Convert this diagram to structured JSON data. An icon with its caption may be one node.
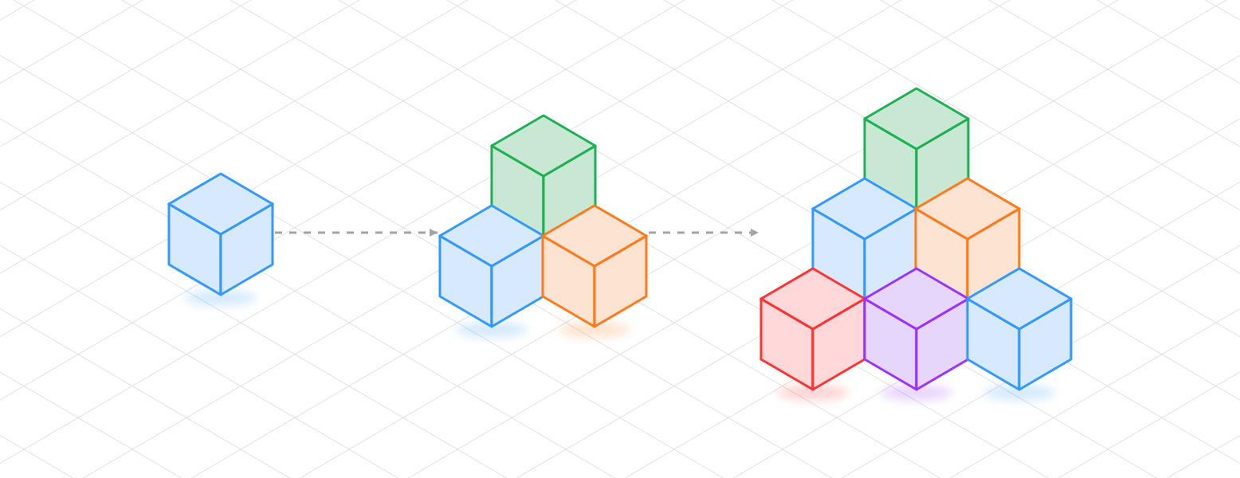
{
  "diagram": {
    "nodes": [
      {
        "text": [],
        "shape": "picture"
      },
      {
        "text": [],
        "shape": "picture"
      },
      {
        "text": [],
        "shape": "picture"
      }
    ],
    "edges": [
      {
        "from": 0,
        "to": 1,
        "arrow": "to",
        "style": "dashed"
      },
      {
        "from": 1,
        "to": 2,
        "arrow": "to",
        "style": "dashed"
      }
    ]
  }
}
